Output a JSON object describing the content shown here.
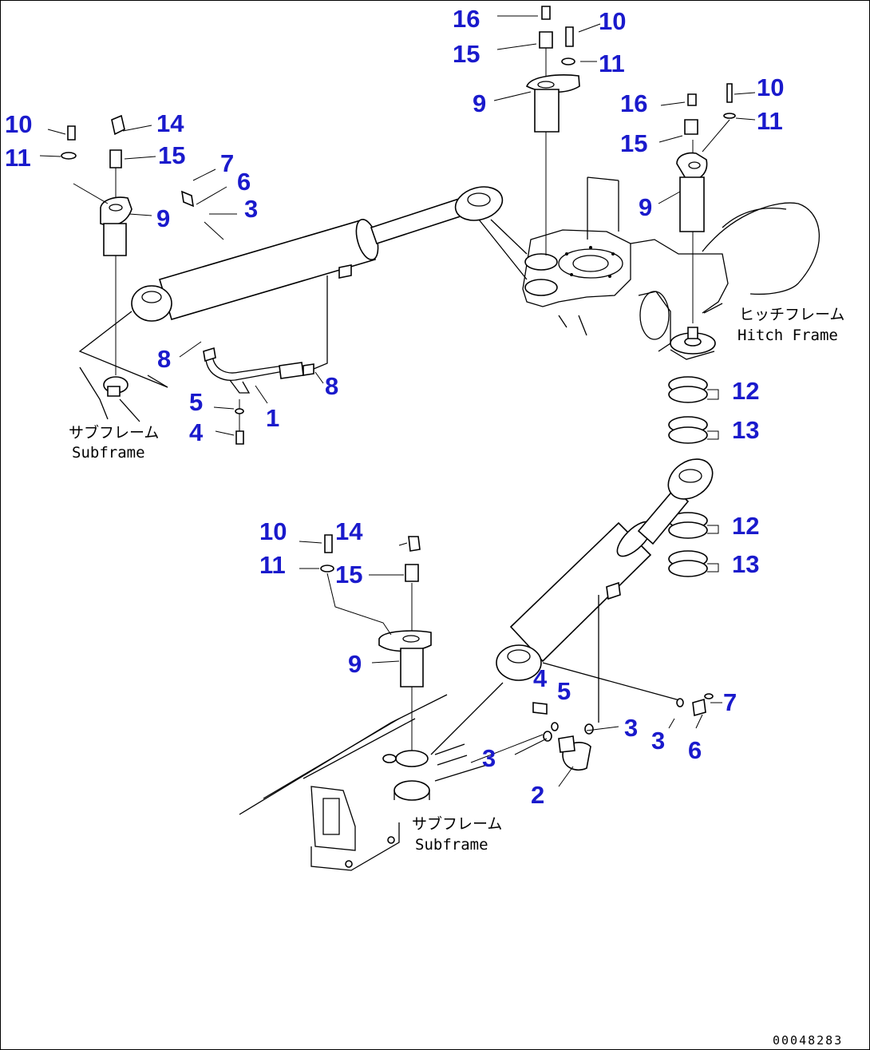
{
  "colors": {
    "callout": "#1a1acc",
    "line": "#000000",
    "background": "#ffffff"
  },
  "callouts": [
    "16",
    "10",
    "15",
    "11",
    "9",
    "16",
    "10",
    "15",
    "11",
    "10",
    "14",
    "11",
    "15",
    "9",
    "7",
    "6",
    "3",
    "9",
    "8",
    "8",
    "5",
    "1",
    "4",
    "12",
    "13",
    "12",
    "13",
    "10",
    "14",
    "11",
    "15",
    "9",
    "4",
    "5",
    "7",
    "3",
    "3",
    "6",
    "3",
    "2"
  ],
  "notes": [
    "ヒッチフレーム",
    "Hitch Frame",
    "サブフレーム",
    "Subframe",
    "サブフレーム",
    "Subframe"
  ],
  "drawing_code": "00048283"
}
